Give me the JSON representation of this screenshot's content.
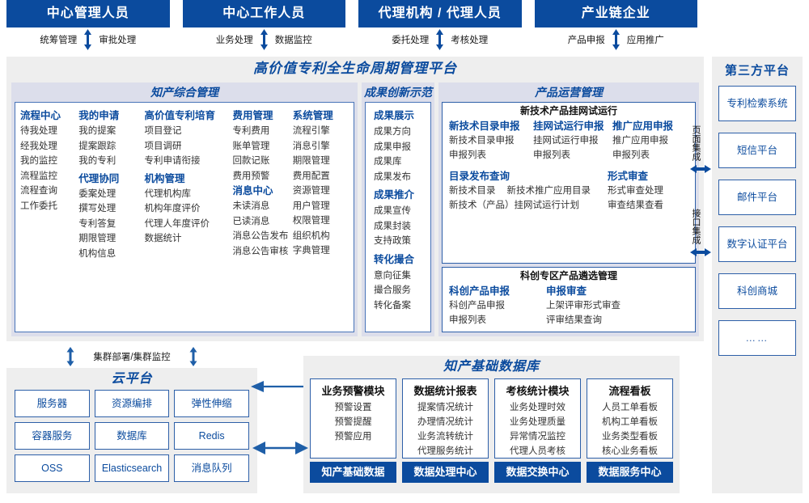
{
  "roles": [
    {
      "title": "中心管理人员",
      "left": "统筹管理",
      "right": "审批处理"
    },
    {
      "title": "中心工作人员",
      "left": "业务处理",
      "right": "数据监控"
    },
    {
      "title": "代理机构 / 代理人员",
      "left": "委托处理",
      "right": "考核处理"
    },
    {
      "title": "产业链企业",
      "left": "产品申报",
      "right": "应用推广"
    }
  ],
  "platform": {
    "title": "高价值专利全生命周期管理平台",
    "groups": {
      "zhichan": {
        "title": "知产综合管理",
        "columns": [
          {
            "head": "流程中心",
            "items": [
              "待我处理",
              "经我处理",
              "我的监控",
              "流程监控",
              "流程查询",
              "工作委托"
            ]
          },
          {
            "head": "我的申请",
            "items": [
              "我的提案",
              "提案跟踪",
              "我的专利"
            ],
            "head2": "代理协同",
            "items2": [
              "委案处理",
              "撰写处理",
              "专利答复",
              "期限管理",
              "机构信息"
            ]
          },
          {
            "head": "高价值专利培育",
            "items": [
              "项目登记",
              "项目调研",
              "专利申请衔接"
            ],
            "head2": "机构管理",
            "items2": [
              "代理机构库",
              "机构年度评价",
              "代理人年度评价",
              "数据统计"
            ]
          },
          {
            "head": "费用管理",
            "items": [
              "专利费用",
              "账单管理",
              "回款记账",
              "费用预警"
            ],
            "head2": "消息中心",
            "items2": [
              "未读消息",
              "已读消息",
              "消息公告发布",
              "消息公告审核"
            ]
          },
          {
            "head": "系统管理",
            "items": [
              "流程引擎",
              "消息引擎",
              "期限管理",
              "费用配置",
              "资源管理",
              "用户管理",
              "权限管理",
              "组织机构",
              "字典管理"
            ]
          }
        ]
      },
      "chengguo": {
        "title": "成果创新示范",
        "blocks": [
          {
            "head": "成果展示",
            "items": [
              "成果方向",
              "成果申报",
              "成果库",
              "成果发布"
            ]
          },
          {
            "head": "成果推介",
            "items": [
              "成果宣传",
              "成果封装",
              "支持政策"
            ]
          },
          {
            "head": "转化撮合",
            "items": [
              "意向征集",
              "撮合服务",
              "转化备案"
            ]
          }
        ]
      },
      "chanpin": {
        "title": "产品运营管理",
        "subboxes": [
          {
            "title": "新技术产品挂网试运行",
            "rows": [
              {
                "cols": [
                  {
                    "head": "新技术目录申报",
                    "items": [
                      "新技术目录申报",
                      "申报列表"
                    ]
                  },
                  {
                    "head": "挂网试运行申报",
                    "items": [
                      "挂网试运行申报",
                      "申报列表"
                    ]
                  },
                  {
                    "head": "推广应用申报",
                    "items": [
                      "推广应用申报",
                      "申报列表"
                    ]
                  }
                ]
              },
              {
                "cols": [
                  {
                    "head": "目录发布查询",
                    "items_pair": [
                      "新技术目录",
                      "新技术推广应用目录"
                    ],
                    "items": [
                      "新技术（产品）挂网试运行计划"
                    ]
                  },
                  {
                    "head": "形式审查",
                    "items": [
                      "形式审查处理",
                      "审查结果查看"
                    ]
                  }
                ]
              }
            ]
          },
          {
            "title": "科创专区产品遴选管理",
            "rows": [
              {
                "cols": [
                  {
                    "head": "科创产品申报",
                    "items": [
                      "科创产品申报",
                      "申报列表"
                    ]
                  },
                  {
                    "head": "申报审查",
                    "items": [
                      "上架评审形式审查",
                      "评审结果查询"
                    ]
                  }
                ]
              }
            ]
          }
        ]
      }
    }
  },
  "integration": {
    "page": "页面集成",
    "api": "接口集成"
  },
  "third_party": {
    "title": "第三方平台",
    "items": [
      "专利检索系统",
      "短信平台",
      "邮件平台",
      "数字认证平台",
      "科创商城",
      "……"
    ]
  },
  "cloud": {
    "cluster_label": "集群部署/集群监控",
    "title": "云平台",
    "cells": [
      "服务器",
      "资源编排",
      "弹性伸缩",
      "容器服务",
      "数据库",
      "Redis",
      "OSS",
      "Elasticsearch",
      "消息队列"
    ]
  },
  "knowledge_db": {
    "title": "知产基础数据库",
    "columns": [
      {
        "head": "业务预警模块",
        "items": [
          "预警设置",
          "预警提醒",
          "预警应用"
        ],
        "foot": "知产基础数据"
      },
      {
        "head": "数据统计报表",
        "items": [
          "提案情况统计",
          "办理情况统计",
          "业务流转统计",
          "代理服务统计"
        ],
        "foot": "数据处理中心"
      },
      {
        "head": "考核统计模块",
        "items": [
          "业务处理时效",
          "业务处理质量",
          "异常情况监控",
          "代理人员考核"
        ],
        "foot": "数据交换中心"
      },
      {
        "head": "流程看板",
        "items": [
          "人员工单看板",
          "机构工单看板",
          "业务类型看板",
          "核心业务看板"
        ],
        "foot": "数据服务中心"
      }
    ]
  },
  "colors": {
    "brand_blue": "#0b4b9e",
    "border_blue": "#2d5fa8",
    "panel_lavender": "#dcdeeb",
    "panel_gray": "#eeeeee"
  }
}
